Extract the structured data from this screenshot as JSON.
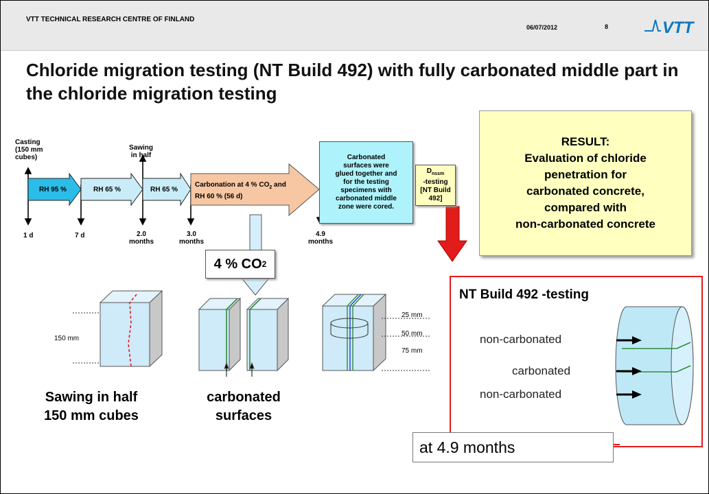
{
  "header": {
    "organization": "VTT TECHNICAL RESEARCH CENTRE OF FINLAND",
    "date": "06/07/2012",
    "page_number": "8",
    "logo_text": "VTT"
  },
  "title": "Chloride migration testing (NT Build 492) with fully carbonated middle part in the chloride migration testing",
  "timeline": {
    "casting_label": [
      "Casting",
      "(150 mm",
      "cubes)"
    ],
    "sawing_label": [
      "Sawing",
      "in half"
    ],
    "steps": [
      "RH 95 %",
      "RH 65 %",
      "RH 65 %"
    ],
    "carbonation_step": [
      "Carbonation at 4 % CO",
      "2",
      " and",
      "RH 60 % (56 d)"
    ],
    "times": [
      {
        "value": "1 d"
      },
      {
        "value": "7 d"
      },
      {
        "value": "2.0",
        "unit": "months"
      },
      {
        "value": "3.0",
        "unit": "months"
      },
      {
        "value": "4.9",
        "unit": "months"
      }
    ],
    "carbonated_box": [
      "Carbonated",
      "surfaces were",
      "glued together and",
      "for the testing",
      "specimens with",
      "carbonated middle",
      "zone were cored."
    ],
    "d_box": {
      "main": "D",
      "sub": "nssm",
      "lines": [
        "-testing",
        "[NT Build",
        "492]"
      ]
    }
  },
  "result": {
    "lines": [
      "RESULT:",
      "Evaluation of chloride",
      "penetration for",
      "carbonated concrete,",
      "compared with",
      "non-carbonated concrete"
    ]
  },
  "co2_label": {
    "main": "4 % CO",
    "sub": "2"
  },
  "cube": {
    "dimension": "150 mm"
  },
  "core": {
    "dims": [
      "25 mm",
      "50 mm",
      "75 mm"
    ]
  },
  "captions": {
    "sawing": [
      "Sawing in half",
      "150 mm cubes"
    ],
    "carbonated": [
      "carbonated",
      "surfaces"
    ]
  },
  "nt_testing": {
    "title": "NT Build 492 -testing",
    "layers": [
      "non-carbonated",
      "carbonated",
      "non-carbonated"
    ],
    "time": "at 4.9 months"
  },
  "colors": {
    "accent_red": "#e21b1b",
    "rh95_arrow": "#2bbde8",
    "rh65_arrow": "#c9ecf8",
    "carbonation_arrow": "#f7c7a3",
    "carbonated_box": "#aef3fb",
    "result_box": "#ffffc0",
    "cylinder": "#bfe8f6",
    "green_layer": "#2e8b3a",
    "blue_layer": "#1f3fd1"
  }
}
